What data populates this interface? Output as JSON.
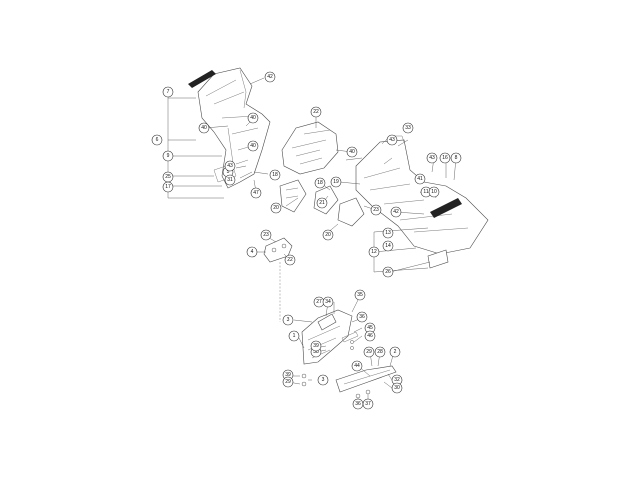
{
  "callout_labels": [
    "42",
    "7",
    "6",
    "40",
    "9",
    "25",
    "5",
    "31",
    "17",
    "43",
    "18",
    "47",
    "40",
    "22",
    "40",
    "33",
    "43",
    "40",
    "43",
    "16",
    "8",
    "19",
    "18",
    "20",
    "21",
    "23",
    "41",
    "11",
    "10",
    "42",
    "20",
    "4",
    "23",
    "22",
    "13",
    "14",
    "12",
    "26",
    "27",
    "34",
    "35",
    "3",
    "36",
    "1",
    "45",
    "46",
    "38",
    "39",
    "29",
    "28",
    "2",
    "44",
    "39",
    "29",
    "3",
    "32",
    "30",
    "36",
    "37"
  ],
  "colors": {
    "line": "#4a4a4a",
    "background": "#ffffff",
    "decal": "#222222"
  }
}
